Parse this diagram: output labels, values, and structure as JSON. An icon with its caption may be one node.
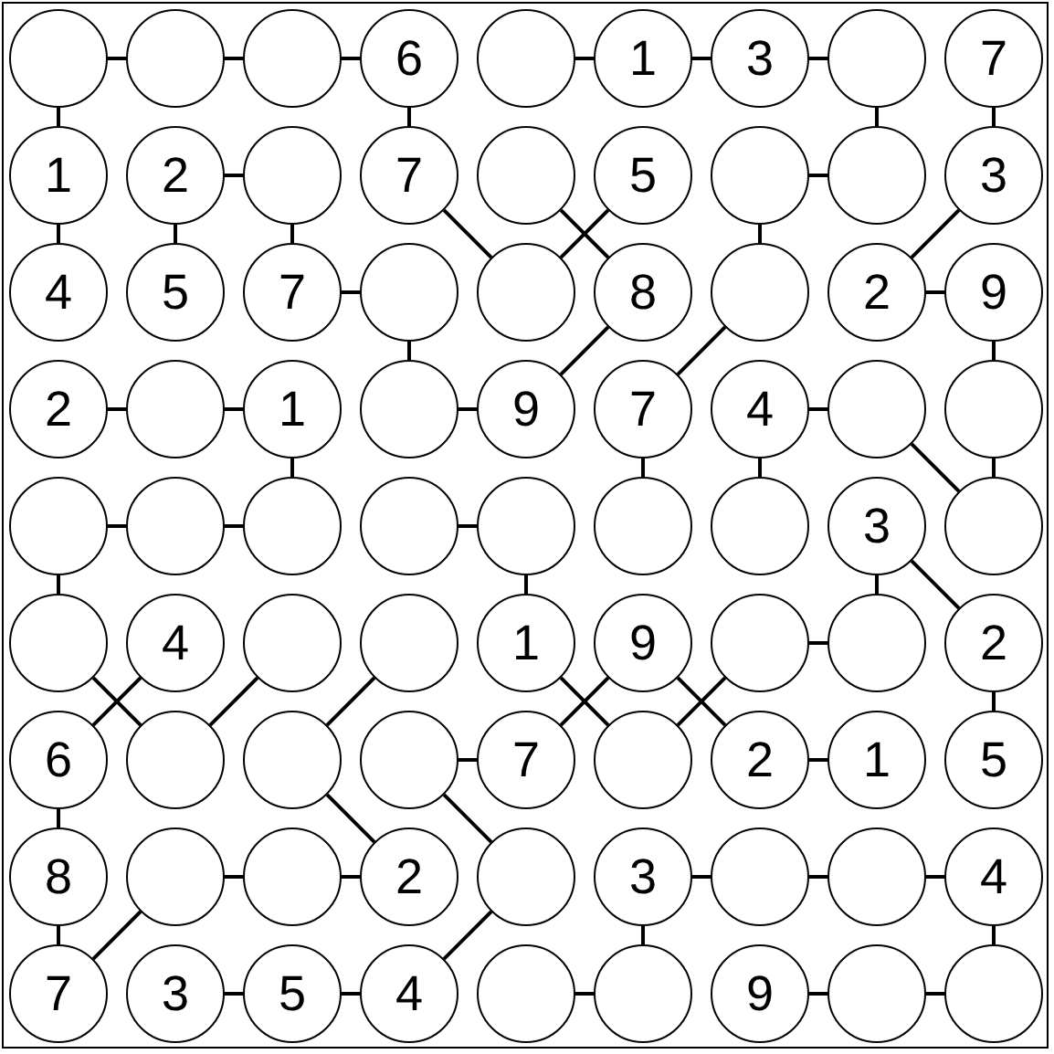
{
  "diagram": {
    "nodes": [
      {
        "text": [],
        "shape": "circle"
      },
      {
        "text": [],
        "shape": "circle"
      },
      {
        "text": [],
        "shape": "circle"
      },
      {
        "text": [
          "6"
        ]
      },
      {
        "text": [],
        "shape": "circle"
      },
      {
        "text": [
          "1"
        ]
      },
      {
        "text": [
          "3"
        ]
      },
      {
        "text": [],
        "shape": "circle"
      },
      {
        "text": [
          "7"
        ]
      },
      {
        "text": [
          "1"
        ]
      },
      {
        "text": [
          "2"
        ]
      },
      {
        "text": [],
        "shape": "circle"
      },
      {
        "text": [
          "7"
        ]
      },
      {
        "text": [],
        "shape": "circle"
      },
      {
        "text": [
          "5"
        ]
      },
      {
        "text": [],
        "shape": "circle"
      },
      {
        "text": [],
        "shape": "circle"
      },
      {
        "text": [
          "3"
        ]
      },
      {
        "text": [
          "4"
        ]
      },
      {
        "text": [
          "5"
        ]
      },
      {
        "text": [
          "7"
        ]
      },
      {
        "text": [],
        "shape": "circle"
      },
      {
        "text": [],
        "shape": "circle"
      },
      {
        "text": [
          "8"
        ]
      },
      {
        "text": [],
        "shape": "circle"
      },
      {
        "text": [
          "2"
        ]
      },
      {
        "text": [
          "9"
        ]
      },
      {
        "text": [
          "2"
        ]
      },
      {
        "text": [],
        "shape": "circle"
      },
      {
        "text": [
          "1"
        ]
      },
      {
        "text": [],
        "shape": "circle"
      },
      {
        "text": [
          "9"
        ]
      },
      {
        "text": [
          "7"
        ]
      },
      {
        "text": [
          "4"
        ]
      },
      {
        "text": [],
        "shape": "circle"
      },
      {
        "text": [],
        "shape": "circle"
      },
      {
        "text": [],
        "shape": "circle"
      },
      {
        "text": [],
        "shape": "circle"
      },
      {
        "text": [],
        "shape": "circle"
      },
      {
        "text": [],
        "shape": "circle"
      },
      {
        "text": [],
        "shape": "circle"
      },
      {
        "text": [],
        "shape": "circle"
      },
      {
        "text": [],
        "shape": "circle"
      },
      {
        "text": [
          "3"
        ]
      },
      {
        "text": [],
        "shape": "circle"
      },
      {
        "text": [],
        "shape": "circle"
      },
      {
        "text": [
          "4"
        ]
      },
      {
        "text": [],
        "shape": "circle"
      },
      {
        "text": [],
        "shape": "circle"
      },
      {
        "text": [
          "1"
        ]
      },
      {
        "text": [
          "9"
        ]
      },
      {
        "text": [],
        "shape": "circle"
      },
      {
        "text": [],
        "shape": "circle"
      },
      {
        "text": [
          "2"
        ]
      },
      {
        "text": [
          "6"
        ]
      },
      {
        "text": [],
        "shape": "circle"
      },
      {
        "text": [],
        "shape": "circle"
      },
      {
        "text": [],
        "shape": "circle"
      },
      {
        "text": [
          "7"
        ]
      },
      {
        "text": [],
        "shape": "circle"
      },
      {
        "text": [
          "2"
        ]
      },
      {
        "text": [
          "1"
        ]
      },
      {
        "text": [
          "5"
        ]
      },
      {
        "text": [
          "8"
        ]
      },
      {
        "text": [],
        "shape": "circle"
      },
      {
        "text": [],
        "shape": "circle"
      },
      {
        "text": [
          "2"
        ]
      },
      {
        "text": [],
        "shape": "circle"
      },
      {
        "text": [
          "3"
        ]
      },
      {
        "text": [],
        "shape": "circle"
      },
      {
        "text": [],
        "shape": "circle"
      },
      {
        "text": [
          "4"
        ]
      },
      {
        "text": [
          "7"
        ]
      },
      {
        "text": [
          "3"
        ]
      },
      {
        "text": [
          "5"
        ]
      },
      {
        "text": [
          "4"
        ]
      },
      {
        "text": [],
        "shape": "circle"
      },
      {
        "text": [],
        "shape": "circle"
      },
      {
        "text": [
          "9"
        ]
      },
      {
        "text": [],
        "shape": "circle"
      },
      {
        "text": [],
        "shape": "circle"
      }
    ],
    "edges": [
      {
        "from": 0,
        "to": 1,
        "arrow": "none"
      },
      {
        "from": 1,
        "to": 2,
        "arrow": "none"
      },
      {
        "from": 2,
        "to": 3,
        "arrow": "none"
      },
      {
        "from": 4,
        "to": 5,
        "arrow": "none"
      },
      {
        "from": 5,
        "to": 6,
        "arrow": "none"
      },
      {
        "from": 6,
        "to": 7,
        "arrow": "none"
      },
      {
        "from": 0,
        "to": 9,
        "arrow": "none"
      },
      {
        "from": 3,
        "to": 12,
        "arrow": "none"
      },
      {
        "from": 7,
        "to": 16,
        "arrow": "none"
      },
      {
        "from": 8,
        "to": 17,
        "arrow": "none"
      },
      {
        "from": 10,
        "to": 11,
        "arrow": "none"
      },
      {
        "from": 15,
        "to": 16,
        "arrow": "none"
      },
      {
        "from": 12,
        "to": 22,
        "arrow": "none"
      },
      {
        "from": 13,
        "to": 23,
        "arrow": "none"
      },
      {
        "from": 14,
        "to": 22,
        "arrow": "none"
      },
      {
        "from": 17,
        "to": 25,
        "arrow": "none"
      },
      {
        "from": 9,
        "to": 18,
        "arrow": "none"
      },
      {
        "from": 10,
        "to": 19,
        "arrow": "none"
      },
      {
        "from": 11,
        "to": 20,
        "arrow": "none"
      },
      {
        "from": 15,
        "to": 24,
        "arrow": "none"
      },
      {
        "from": 20,
        "to": 21,
        "arrow": "none"
      },
      {
        "from": 25,
        "to": 26,
        "arrow": "none"
      },
      {
        "from": 21,
        "to": 30,
        "arrow": "none"
      },
      {
        "from": 23,
        "to": 31,
        "arrow": "none"
      },
      {
        "from": 24,
        "to": 32,
        "arrow": "none"
      },
      {
        "from": 26,
        "to": 35,
        "arrow": "none"
      },
      {
        "from": 27,
        "to": 28,
        "arrow": "none"
      },
      {
        "from": 28,
        "to": 29,
        "arrow": "none"
      },
      {
        "from": 30,
        "to": 31,
        "arrow": "none"
      },
      {
        "from": 33,
        "to": 34,
        "arrow": "none"
      },
      {
        "from": 29,
        "to": 38,
        "arrow": "none"
      },
      {
        "from": 32,
        "to": 41,
        "arrow": "none"
      },
      {
        "from": 33,
        "to": 42,
        "arrow": "none"
      },
      {
        "from": 34,
        "to": 44,
        "arrow": "none"
      },
      {
        "from": 35,
        "to": 44,
        "arrow": "none"
      },
      {
        "from": 36,
        "to": 37,
        "arrow": "none"
      },
      {
        "from": 37,
        "to": 38,
        "arrow": "none"
      },
      {
        "from": 39,
        "to": 40,
        "arrow": "none"
      },
      {
        "from": 36,
        "to": 45,
        "arrow": "none"
      },
      {
        "from": 40,
        "to": 49,
        "arrow": "none"
      },
      {
        "from": 43,
        "to": 52,
        "arrow": "none"
      },
      {
        "from": 43,
        "to": 53,
        "arrow": "none"
      },
      {
        "from": 51,
        "to": 52,
        "arrow": "none"
      },
      {
        "from": 45,
        "to": 55,
        "arrow": "none"
      },
      {
        "from": 46,
        "to": 54,
        "arrow": "none"
      },
      {
        "from": 47,
        "to": 55,
        "arrow": "none"
      },
      {
        "from": 48,
        "to": 56,
        "arrow": "none"
      },
      {
        "from": 49,
        "to": 59,
        "arrow": "none"
      },
      {
        "from": 50,
        "to": 58,
        "arrow": "none"
      },
      {
        "from": 50,
        "to": 60,
        "arrow": "none"
      },
      {
        "from": 51,
        "to": 59,
        "arrow": "none"
      },
      {
        "from": 53,
        "to": 62,
        "arrow": "none"
      },
      {
        "from": 57,
        "to": 58,
        "arrow": "none"
      },
      {
        "from": 60,
        "to": 61,
        "arrow": "none"
      },
      {
        "from": 54,
        "to": 63,
        "arrow": "none"
      },
      {
        "from": 56,
        "to": 66,
        "arrow": "none"
      },
      {
        "from": 57,
        "to": 67,
        "arrow": "none"
      },
      {
        "from": 64,
        "to": 65,
        "arrow": "none"
      },
      {
        "from": 65,
        "to": 66,
        "arrow": "none"
      },
      {
        "from": 68,
        "to": 69,
        "arrow": "none"
      },
      {
        "from": 69,
        "to": 70,
        "arrow": "none"
      },
      {
        "from": 70,
        "to": 71,
        "arrow": "none"
      },
      {
        "from": 63,
        "to": 72,
        "arrow": "none"
      },
      {
        "from": 64,
        "to": 72,
        "arrow": "none"
      },
      {
        "from": 67,
        "to": 75,
        "arrow": "none"
      },
      {
        "from": 68,
        "to": 77,
        "arrow": "none"
      },
      {
        "from": 71,
        "to": 80,
        "arrow": "none"
      },
      {
        "from": 73,
        "to": 74,
        "arrow": "none"
      },
      {
        "from": 74,
        "to": 75,
        "arrow": "none"
      },
      {
        "from": 76,
        "to": 77,
        "arrow": "none"
      },
      {
        "from": 78,
        "to": 79,
        "arrow": "none"
      },
      {
        "from": 79,
        "to": 80,
        "arrow": "none"
      }
    ]
  }
}
